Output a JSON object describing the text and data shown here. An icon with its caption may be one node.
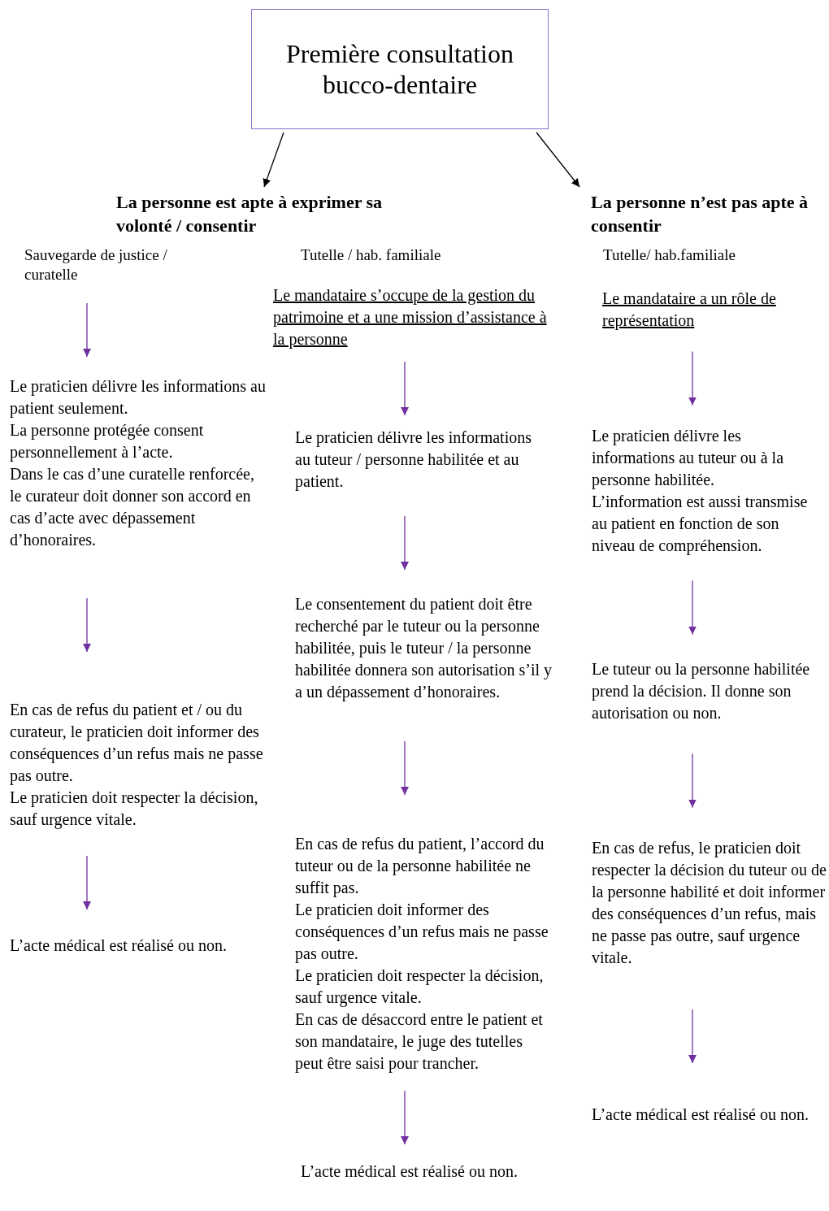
{
  "diagram": {
    "nodes": [
      {
        "text": [
          "Première consultation bucco-dentaire"
        ]
      },
      {
        "text": [
          "La personne est apte à exprimer sa volonté / consentir"
        ]
      },
      {
        "text": [
          "La personne n’est pas apte à consentir"
        ]
      },
      {
        "text": [
          "Sauvegarde de justice / curatelle"
        ]
      },
      {
        "text": [
          "Tutelle / hab. familiale"
        ]
      },
      {
        "text": [
          "Tutelle/ hab.familiale"
        ]
      },
      {
        "text": [
          "Le mandataire s’occupe de la gestion du patrimoine et a une mission d’assistance à la personne"
        ]
      },
      {
        "text": [
          "Le mandataire a un rôle de représentation"
        ]
      },
      {
        "text": [
          "Le praticien délivre les informations au patient seulement.",
          "La personne protégée consent personnellement à l’acte.",
          "Dans le cas d’une curatelle renforcée, le curateur doit donner son accord en cas d’acte avec dépassement d’honoraires."
        ]
      },
      {
        "text": [
          "Le praticien délivre les informations au tuteur / personne habilitée et au patient."
        ]
      },
      {
        "text": [
          "Le praticien délivre les informations au tuteur ou à la personne habilitée.",
          "L’information est aussi transmise au patient en fonction de son niveau de compréhension."
        ]
      },
      {
        "text": [
          "En cas de refus du patient et / ou du curateur, le praticien doit informer des conséquences d’un refus mais ne passe pas outre.",
          "Le praticien doit respecter la décision, sauf urgence vitale."
        ]
      },
      {
        "text": [
          "Le consentement du patient doit être recherché par le tuteur ou la personne habilitée, puis le tuteur / la personne habilitée donnera son autorisation s’il y a un dépassement d’honoraires."
        ]
      },
      {
        "text": [
          "Le tuteur ou la personne habilitée prend la décision. Il donne son autorisation ou non."
        ]
      },
      {
        "text": [
          "L’acte médical est réalisé ou non."
        ]
      },
      {
        "text": [
          "En cas de refus du patient, l’accord du tuteur ou de la personne habilitée ne suffit pas.",
          "Le praticien doit informer des conséquences d’un refus mais ne passe pas outre.",
          "Le praticien doit respecter la décision, sauf urgence vitale.",
          "En cas de désaccord entre le patient et son mandataire, le juge des tutelles peut être saisi pour trancher."
        ]
      },
      {
        "text": [
          "En cas de refus, le praticien doit respecter la décision du tuteur ou de la personne habilité et doit informer des conséquences d’un refus, mais ne passe pas outre, sauf urgence vitale."
        ]
      },
      {
        "text": [
          "L’acte médical est réalisé ou non."
        ]
      },
      {
        "text": [
          "L’acte médical est réalisé ou non."
        ]
      }
    ],
    "edges": [
      {
        "from": 0,
        "to": 1,
        "arrow": "to",
        "color": "#000000"
      },
      {
        "from": 0,
        "to": 2,
        "arrow": "to",
        "color": "#000000"
      },
      {
        "from": 3,
        "to": 8,
        "arrow": "to"
      },
      {
        "from": 8,
        "to": 11,
        "arrow": "to"
      },
      {
        "from": 11,
        "to": 14,
        "arrow": "to"
      },
      {
        "from": 6,
        "to": 9,
        "arrow": "to"
      },
      {
        "from": 9,
        "to": 12,
        "arrow": "to"
      },
      {
        "from": 12,
        "to": 15,
        "arrow": "to"
      },
      {
        "from": 15,
        "to": 17,
        "arrow": "to"
      },
      {
        "from": 7,
        "to": 10,
        "arrow": "to"
      },
      {
        "from": 10,
        "to": 13,
        "arrow": "to"
      },
      {
        "from": 13,
        "to": 16,
        "arrow": "to"
      },
      {
        "from": 16,
        "to": 18,
        "arrow": "to"
      }
    ]
  }
}
